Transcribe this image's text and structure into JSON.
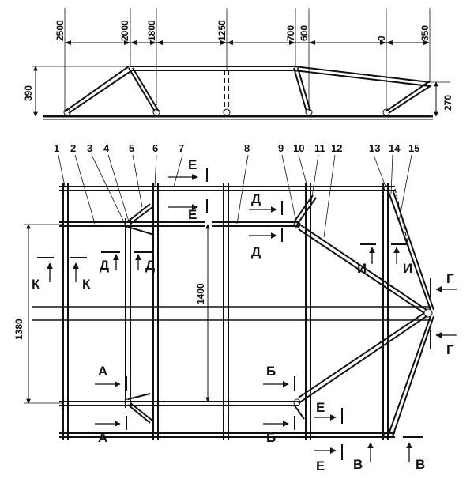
{
  "side_view": {
    "top_dimensions": [
      "2500",
      "2000",
      "1800",
      "1250",
      "700",
      "600",
      "0",
      "350"
    ],
    "height_left": "390",
    "height_right": "270"
  },
  "plan_view": {
    "callouts": [
      "1",
      "2",
      "3",
      "4",
      "5",
      "6",
      "7",
      "8",
      "9",
      "10",
      "11",
      "12",
      "13",
      "14",
      "15"
    ],
    "width_dimension": "1380",
    "inner_dimension": "1400",
    "sections": {
      "a": "А",
      "b": "Б",
      "v": "В",
      "g": "Г",
      "d": "Д",
      "e": "Е",
      "i": "И",
      "k": "К"
    }
  }
}
